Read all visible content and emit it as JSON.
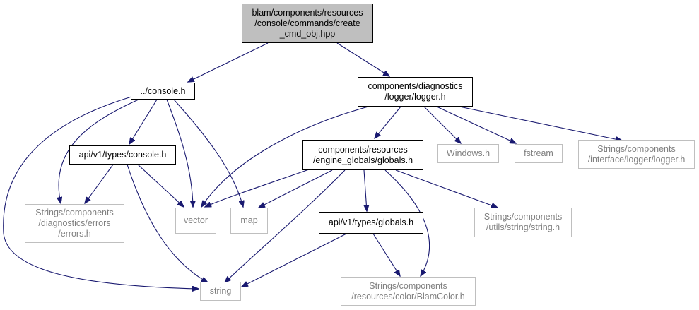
{
  "nodes": {
    "root": "blam/components/resources\n/console/commands/create\n_cmd_obj.hpp",
    "console_h": "../console.h",
    "logger_h": "components/diagnostics\n/logger/logger.h",
    "api_console_h": "api/v1/types/console.h",
    "engine_globals_h": "components/resources\n/engine_globals/globals.h",
    "windows_h": "Windows.h",
    "fstream": "fstream",
    "strings_logger_h": "Strings/components\n/interface/logger/logger.h",
    "strings_errors_h": "Strings/components\n/diagnostics/errors\n/errors.h",
    "vector": "vector",
    "map": "map",
    "api_globals_h": "api/v1/types/globals.h",
    "strings_string_h": "Strings/components\n/utils/string/string.h",
    "string": "string",
    "blamcolor_h": "Strings/components\n/resources/color/BlamColor.h"
  },
  "colors": {
    "edge": "#191970",
    "root_fill": "#bfbfbf",
    "external_border": "#bfbfbf",
    "external_text": "#7f7f7f"
  }
}
